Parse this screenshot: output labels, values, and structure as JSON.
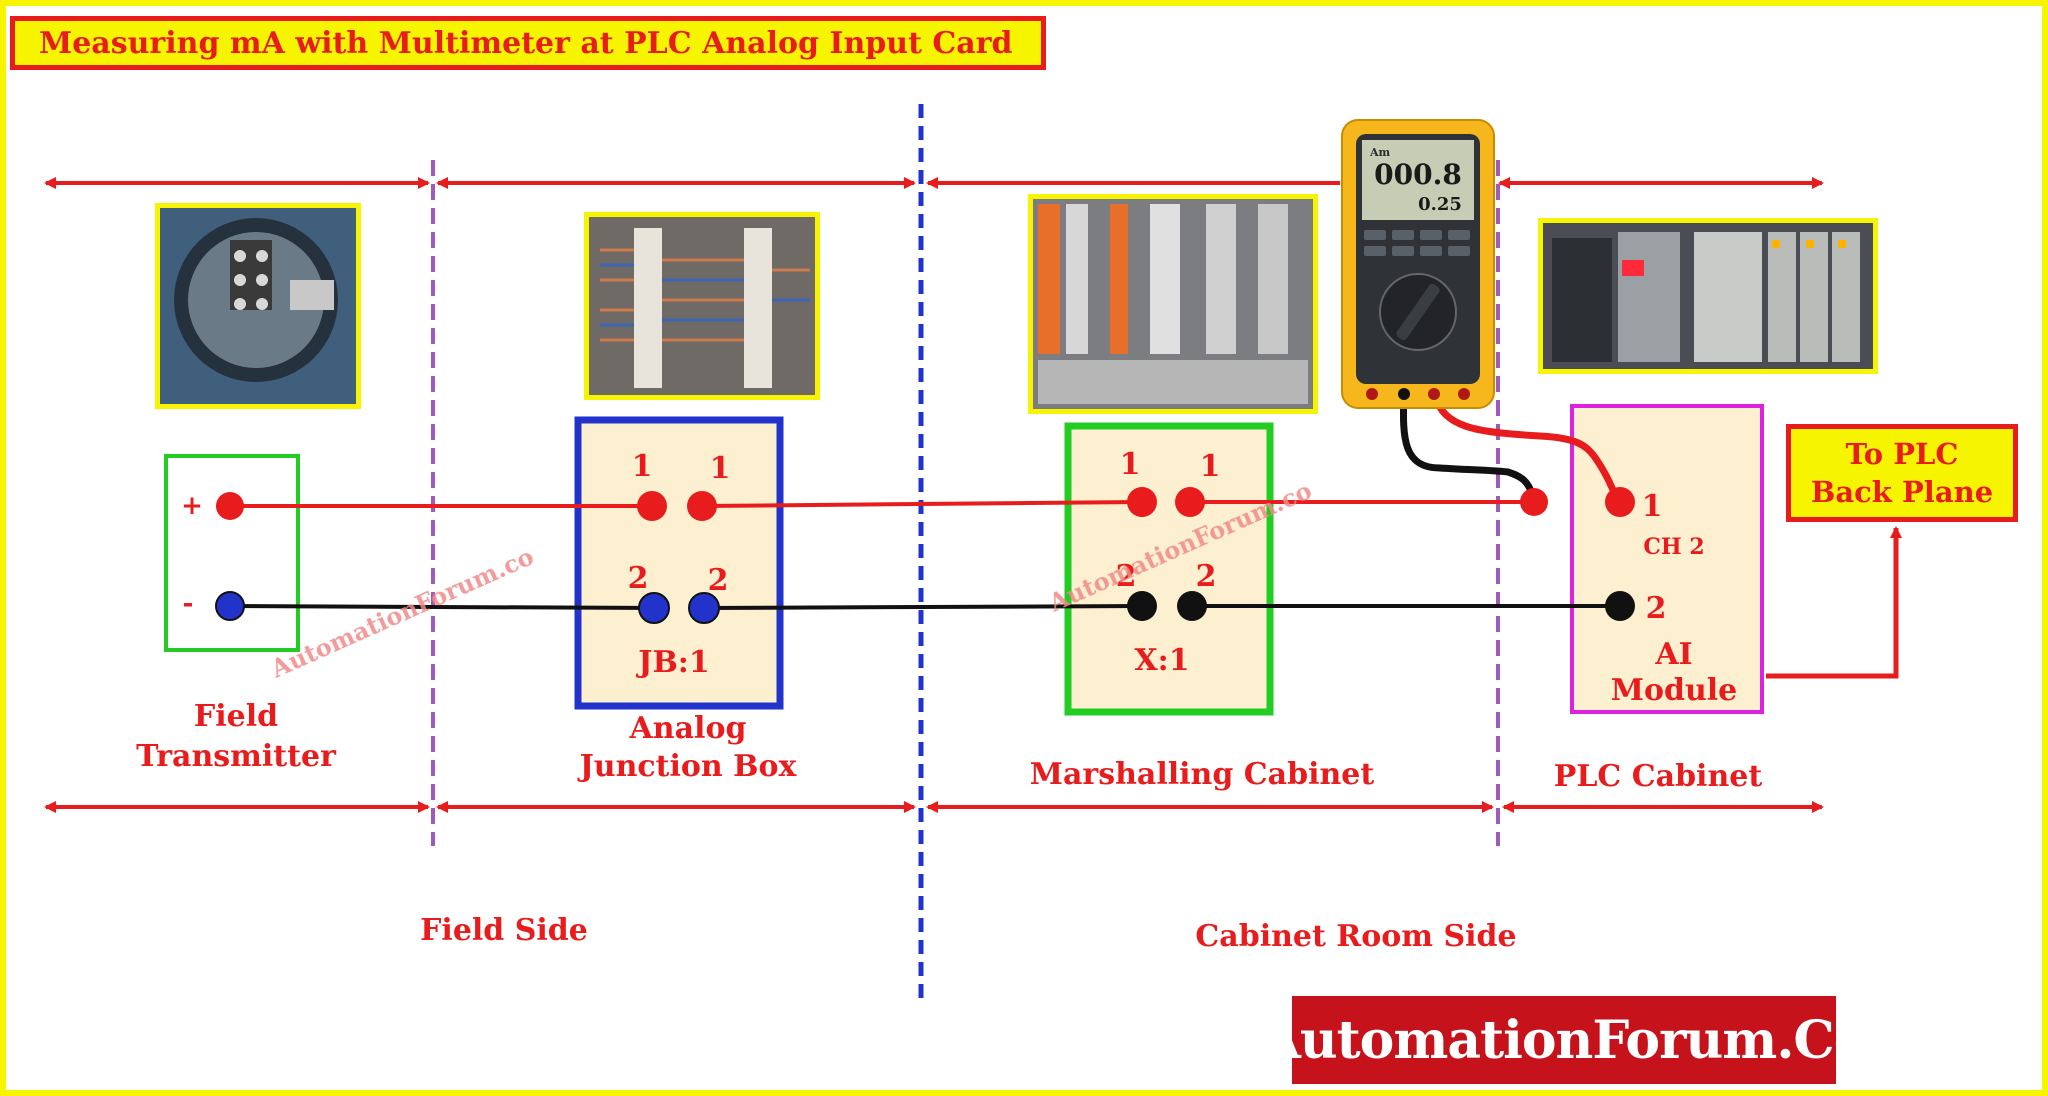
{
  "title": "Measuring mA with Multimeter at PLC Analog Input Card",
  "sections": {
    "field_transmitter": "Field\nTransmitter",
    "junction_box": "Analog\nJunction Box",
    "marshalling": "Marshalling Cabinet",
    "plc_cabinet": "PLC Cabinet",
    "field_side": "Field Side",
    "cabinet_room_side": "Cabinet Room Side"
  },
  "transmitter": {
    "plus": "+",
    "minus": "-"
  },
  "junction_box": {
    "tag": "JB:1",
    "t1a": "1",
    "t1b": "1",
    "t2a": "2",
    "t2b": "2"
  },
  "marshalling": {
    "tag": "X:1",
    "t1a": "1",
    "t1b": "1",
    "t2a": "2",
    "t2b": "2"
  },
  "ai_module": {
    "t1": "1",
    "channel": "CH 2",
    "t2": "2",
    "label": "AI\nModule"
  },
  "plc_back": {
    "line1": "To PLC",
    "line2": "Back Plane"
  },
  "multimeter": {
    "reading_main": "000.8",
    "reading_sub": "0.25",
    "mode": "Am"
  },
  "watermark": "AutomationForum.co",
  "brand": "AutomationForum.Co",
  "colors": {
    "frame": "#f7f400",
    "label_red": "#e81c1c",
    "wire_red": "#e81c1c",
    "wire_black": "#111111",
    "divider_blue": "#2233cc",
    "divider_purple": "#a05ab8",
    "box_fill": "#fdf0d0",
    "jb_border": "#2233cc",
    "x_border": "#22cc22",
    "ai_border": "#dd22dd",
    "brand_bg": "#c5121b"
  }
}
